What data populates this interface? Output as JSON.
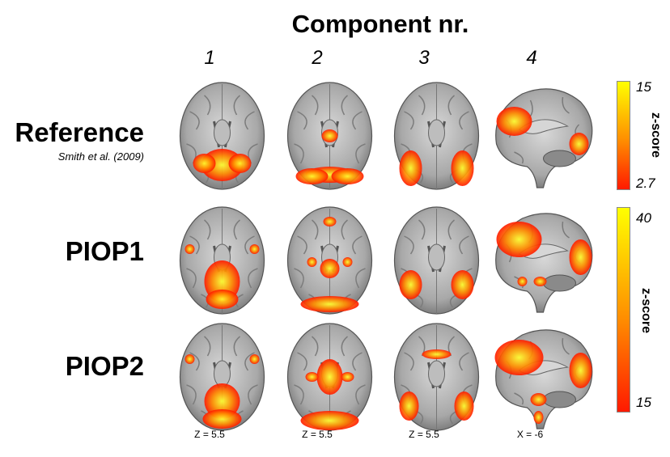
{
  "figure": {
    "title": "Component nr.",
    "columns": [
      "1",
      "2",
      "3",
      "4"
    ],
    "rows": [
      {
        "label": "Reference",
        "citation": "Smith et al. (2009)"
      },
      {
        "label": "PIOP1"
      },
      {
        "label": "PIOP2"
      }
    ],
    "coordinates": [
      "Z = 5.5",
      "Z = 5.5",
      "Z = 5.5",
      "X = -6"
    ],
    "colorbars": [
      {
        "max": "15",
        "min": "2.7",
        "label": "z-score"
      },
      {
        "max": "40",
        "min": "15",
        "label": "z-score"
      }
    ],
    "colors": {
      "hot_low": "#ff1a00",
      "hot_mid": "#ff7a00",
      "hot_high": "#ffff00",
      "brain_gray": "#9a9a9a"
    }
  }
}
